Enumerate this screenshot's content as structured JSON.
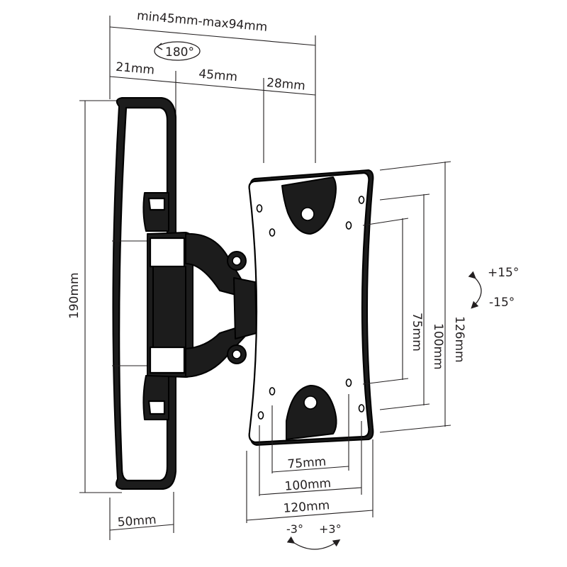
{
  "labels": {
    "min_max": "min45mm-max94mm",
    "rotation": "180°",
    "depth_a": "21mm",
    "depth_b": "45mm",
    "depth_c": "28mm",
    "height_plate": "190mm",
    "width_plate": "50mm",
    "vesa_v_75": "75mm",
    "vesa_v_100": "100mm",
    "vesa_v_126": "126mm",
    "vesa_h_75": "75mm",
    "vesa_h_100": "100mm",
    "vesa_h_120": "120mm",
    "tilt_up": "+15°",
    "tilt_down": "-15°",
    "swivel_left": "-3°",
    "swivel_right": "+3°"
  },
  "colors": {
    "line": "#231f20",
    "part_fill": "#1c1c1c"
  }
}
